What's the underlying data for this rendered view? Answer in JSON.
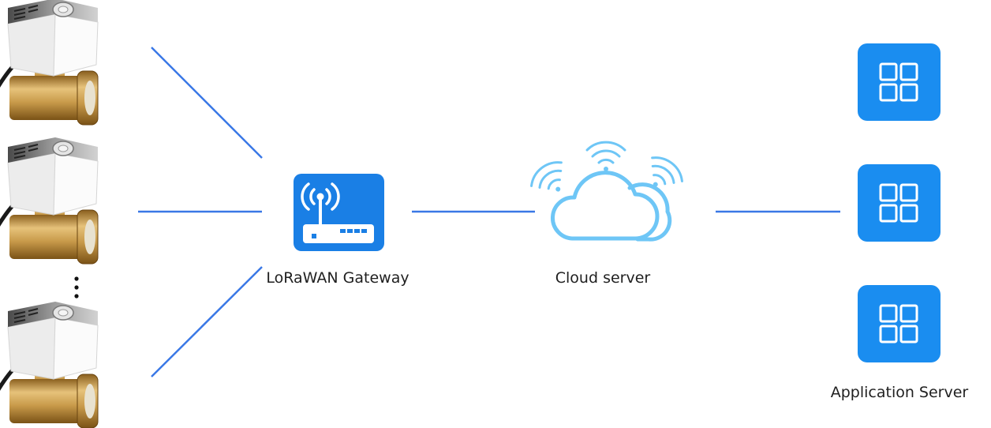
{
  "labels": {
    "gateway": "LoRaWAN Gateway",
    "cloud": "Cloud server",
    "app_server": "Application Server"
  },
  "icons": {
    "valve": "valve-actuator-icon",
    "gateway": "router-antenna-icon",
    "cloud": "cloud-wifi-icon",
    "app": "grid-app-icon",
    "more": "vertical-ellipsis-icon"
  },
  "colors": {
    "link_line": "#3a78e6",
    "gateway_tile": "#1a7fe5",
    "app_tile": "#1a8df0",
    "cloud_outline": "#6ec6f6",
    "brass": "#c89a4a"
  }
}
